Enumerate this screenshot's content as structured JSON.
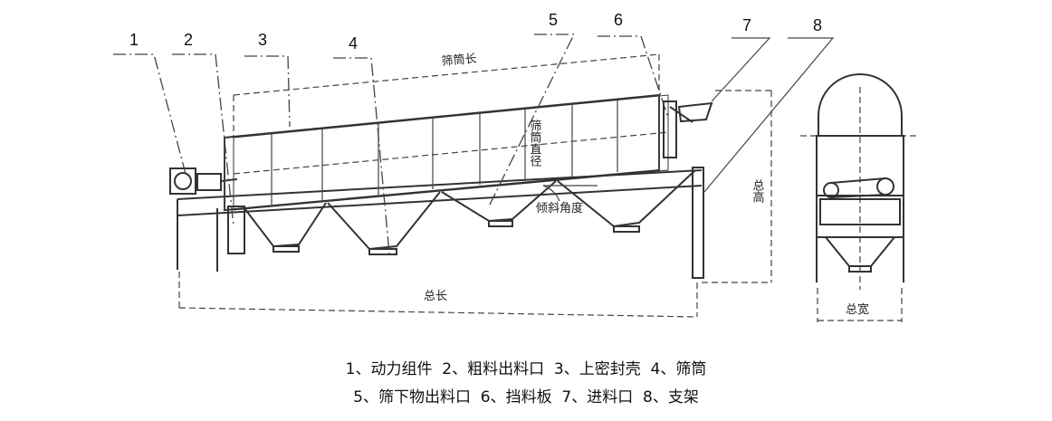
{
  "callouts": [
    "1",
    "2",
    "3",
    "4",
    "5",
    "6",
    "7",
    "8"
  ],
  "dimensions": {
    "screen_length": "筛筒长",
    "screen_diameter": "筛筒直径",
    "tilt_angle": "倾斜角度",
    "total_height": "总高",
    "total_length": "总长",
    "total_width": "总宽"
  },
  "legend": {
    "line1": "1、动力组件  2、粗料出料口  3、上密封壳  4、筛筒",
    "line2": "5、筛下物出料口  6、挡料板  7、进料口  8、支架"
  },
  "colors": {
    "line": "#333333",
    "text": "#111111",
    "background": "#ffffff"
  }
}
